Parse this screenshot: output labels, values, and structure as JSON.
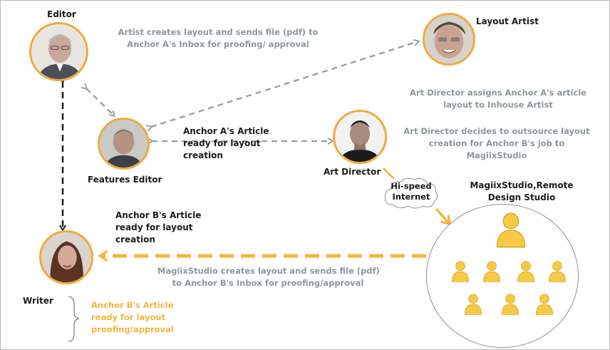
{
  "roles": {
    "editor": "Editor",
    "layout_artist": "Layout Artist",
    "features_editor": "Features Editor",
    "art_director": "Art Director",
    "writer": "Writer"
  },
  "studio": {
    "title": "MagiixStudio,Remote Design Studio",
    "title_line1": "MagiixStudio,Remote",
    "title_line2": "Design Studio"
  },
  "network": {
    "label": "Hi-speed Internet",
    "line1": "Hi-speed",
    "line2": "Internet"
  },
  "notes": {
    "artist_sends": [
      "Artist creates layout and sends file (pdf) to",
      "Anchor A's Inbox for proofing/ approval"
    ],
    "art_director_assigns": [
      "Art Director assigns Anchor A's article",
      "layout to Inhouse Artist"
    ],
    "art_director_outsources": [
      "Art Director decides to outsource layout",
      "creation for Anchor B's job to",
      "MagiixStudio"
    ],
    "anchor_a_ready": [
      "Anchor A's Article",
      "ready for layout",
      "creation"
    ],
    "anchor_b_ready": [
      "Anchor B's Article",
      "ready for layout",
      "creation"
    ],
    "magiix_sends": [
      "MagiixStudio creates layout and sends file (pdf)",
      "to Anchor B's Inbox for proofing/approval"
    ],
    "anchor_b_proofing": [
      "Anchor B's Article",
      "ready for layout",
      "proofing/approval"
    ]
  },
  "colors": {
    "accent": "#f5b53c",
    "arrow_grey": "#9aa3a8",
    "text_grey": "#8c979d",
    "text_dark": "#1b1b1b"
  },
  "icons": {
    "person": "user-icon",
    "cloud": "cloud-icon"
  }
}
